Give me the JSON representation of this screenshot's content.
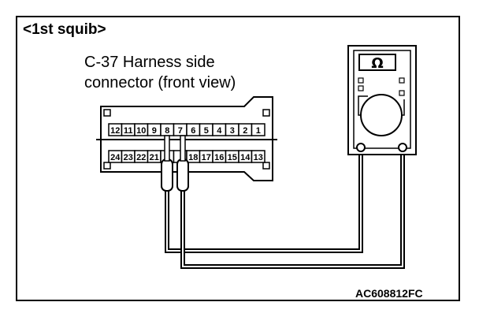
{
  "diagram": {
    "heading": "<1st squib>",
    "caption_line1": "C-37 Harness side",
    "caption_line2": "connector (front view)",
    "figure_code": "AC608812FC"
  },
  "connector": {
    "top_row": [
      "12",
      "11",
      "10",
      "9",
      "8",
      "7",
      "6",
      "5",
      "4",
      "3",
      "2",
      "1"
    ],
    "bottom_row": [
      "24",
      "23",
      "22",
      "21",
      "",
      "",
      "18",
      "17",
      "16",
      "15",
      "14",
      "13"
    ]
  },
  "meter": {
    "symbol": "Ω"
  }
}
